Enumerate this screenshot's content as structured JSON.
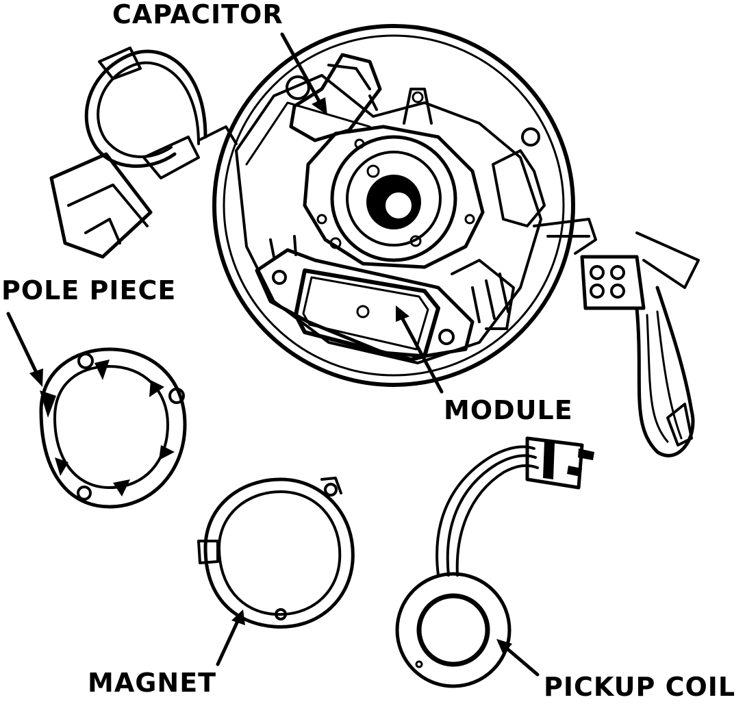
{
  "labels": {
    "capacitor": "CAPACITOR",
    "pole_piece": "POLE PIECE",
    "module": "MODULE",
    "magnet": "MAGNET",
    "pickup_coil": "PICKUP COIL"
  },
  "colors": {
    "ink": "#000000",
    "background": "#ffffff"
  }
}
